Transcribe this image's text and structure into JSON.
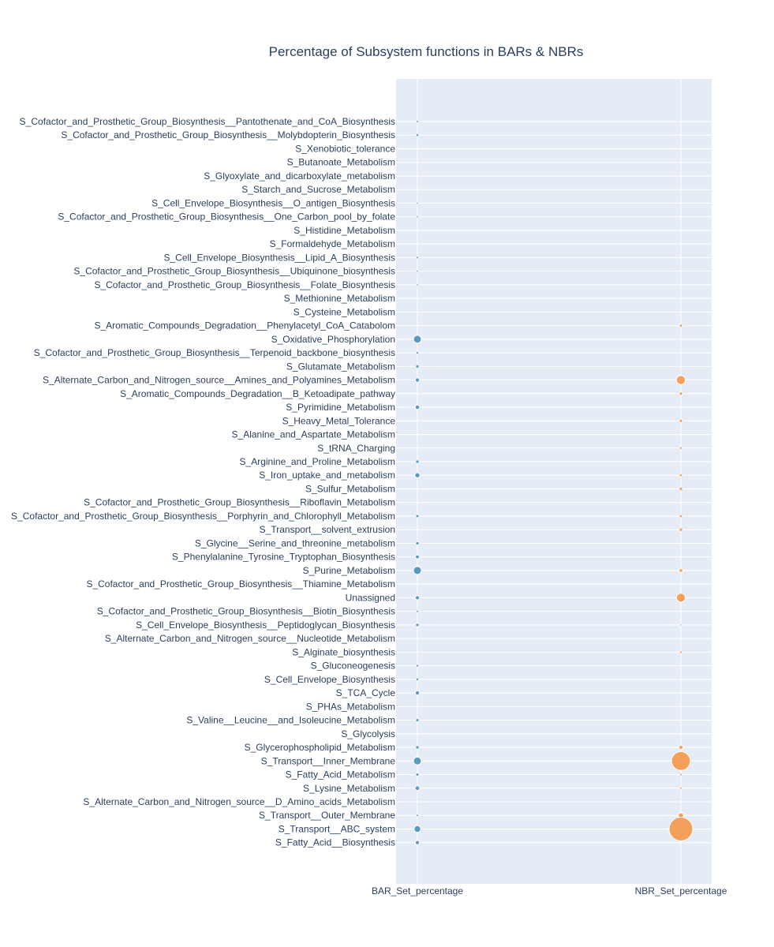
{
  "chart_data": {
    "type": "scatter",
    "title": "Percentage of Subsystem functions in BARs & NBRs",
    "xlabel": "",
    "ylabel": "",
    "grid": true,
    "legend": "none",
    "x_categories": [
      "BAR_Set_percentage",
      "NBR_Set_percentage"
    ],
    "y_categories": [
      "S_Cofactor_and_Prosthetic_Group_Biosynthesis__Pantothenate_and_CoA_Biosynthesis",
      "S_Cofactor_and_Prosthetic_Group_Biosynthesis__Molybdopterin_Biosynthesis",
      "S_Xenobiotic_tolerance",
      "S_Butanoate_Metabolism",
      "S_Glyoxylate_and_dicarboxylate_metabolism",
      "S_Starch_and_Sucrose_Metabolism",
      "S_Cell_Envelope_Biosynthesis__O_antigen_Biosynthesis",
      "S_Cofactor_and_Prosthetic_Group_Biosynthesis__One_Carbon_pool_by_folate",
      "S_Histidine_Metabolism",
      "S_Formaldehyde_Metabolism",
      "S_Cell_Envelope_Biosynthesis__Lipid_A_Biosynthesis",
      "S_Cofactor_and_Prosthetic_Group_Biosynthesis__Ubiquinone_biosynthesis",
      "S_Cofactor_and_Prosthetic_Group_Biosynthesis__Folate_Biosynthesis",
      "S_Methionine_Metabolism",
      "S_Cysteine_Metabolism",
      "S_Aromatic_Compounds_Degradation__Phenylacetyl_CoA_Catabolom",
      "S_Oxidative_Phosphorylation",
      "S_Cofactor_and_Prosthetic_Group_Biosynthesis__Terpenoid_backbone_biosynthesis",
      "S_Glutamate_Metabolism",
      "S_Alternate_Carbon_and_Nitrogen_source__Amines_and_Polyamines_Metabolism",
      "S_Aromatic_Compounds_Degradation__B_Ketoadipate_pathway",
      "S_Pyrimidine_Metabolism",
      "S_Heavy_Metal_Tolerance",
      "S_Alanine_and_Aspartate_Metabolism",
      "S_tRNA_Charging",
      "S_Arginine_and_Proline_Metabolism",
      "S_Iron_uptake_and_metabolism",
      "S_Sulfur_Metabolism",
      "S_Cofactor_and_Prosthetic_Group_Biosynthesis__Riboflavin_Metabolism",
      "S_Cofactor_and_Prosthetic_Group_Biosynthesis__Porphyrin_and_Chlorophyll_Metabolism",
      "S_Transport__solvent_extrusion",
      "S_Glycine__Serine_and_threonine_metabolism",
      "S_Phenylalanine_Tyrosine_Tryptophan_Biosynthesis",
      "S_Purine_Metabolism",
      "S_Cofactor_and_Prosthetic_Group_Biosynthesis__Thiamine_Metabolism",
      "Unassigned",
      "S_Cofactor_and_Prosthetic_Group_Biosynthesis__Biotin_Biosynthesis",
      "S_Cell_Envelope_Biosynthesis__Peptidoglycan_Biosynthesis",
      "S_Alternate_Carbon_and_Nitrogen_source__Nucleotide_Metabolism",
      "S_Alginate_biosynthesis",
      "S_Gluconeogenesis",
      "S_Cell_Envelope_Biosynthesis",
      "S_TCA_Cycle",
      "S_PHAs_Metabolism",
      "S_Valine__Leucine__and_Isoleucine_Metabolism",
      "S_Glycolysis",
      "S_Glycerophospholipid_Metabolism",
      "S_Transport__Inner_Membrane",
      "S_Fatty_Acid_Metabolism",
      "S_Lysine_Metabolism",
      "S_Alternate_Carbon_and_Nitrogen_source__D_Amino_acids_Metabolism",
      "S_Transport__Outer_Membrane",
      "S_Transport__ABC_system",
      "S_Fatty_Acid__Biosynthesis"
    ],
    "series": [
      {
        "x": "BAR_Set_percentage",
        "color": "#5b9abc",
        "values": [
          0.3,
          0.5,
          0,
          0,
          0,
          0,
          0.2,
          0.2,
          0,
          0,
          0.3,
          0.2,
          0.2,
          0,
          0,
          0,
          5.2,
          0.4,
          0.8,
          1.5,
          0,
          1.7,
          0,
          0,
          0,
          0.8,
          2.2,
          0,
          0,
          0.6,
          0,
          1.0,
          1.3,
          5.5,
          0,
          1.5,
          0.3,
          1.0,
          0,
          0,
          0.4,
          0.5,
          1.5,
          0,
          0.7,
          0,
          0.8,
          5.2,
          0.9,
          1.8,
          0,
          0.3,
          3.8,
          1.4
        ]
      },
      {
        "x": "NBR_Set_percentage",
        "color": "#f4a05a",
        "values": [
          0,
          0,
          0,
          0,
          0,
          0,
          0,
          0,
          0,
          0,
          0,
          0,
          0,
          0,
          0,
          0.9,
          0,
          0,
          0,
          7.0,
          1.0,
          0,
          1.0,
          0,
          0.4,
          0,
          0.6,
          0.8,
          0,
          0.6,
          0.8,
          0,
          0,
          1.2,
          0,
          6.8,
          0,
          0.2,
          0,
          0.4,
          0,
          0,
          0,
          0,
          0,
          0,
          1.4,
          30.0,
          0.4,
          0.3,
          0,
          2.3,
          48.0,
          0
        ]
      }
    ]
  }
}
